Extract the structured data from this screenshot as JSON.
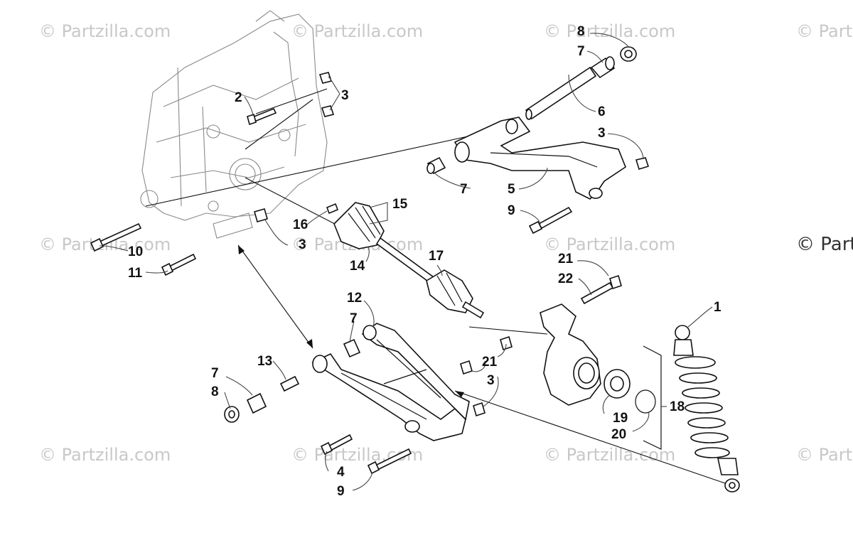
{
  "watermark": {
    "text": "© Partzilla.com",
    "edge_text": "© Partz"
  },
  "callouts": {
    "c1": "1",
    "c2": "2",
    "c3a": "3",
    "c3b": "3",
    "c3c": "3",
    "c3d": "3",
    "c4": "4",
    "c5": "5",
    "c6": "6",
    "c7a": "7",
    "c7b": "7",
    "c7c": "7",
    "c7d": "7",
    "c8a": "8",
    "c8b": "8",
    "c9a": "9",
    "c9b": "9",
    "c10": "10",
    "c11": "11",
    "c12": "12",
    "c13": "13",
    "c14": "14",
    "c15": "15",
    "c16": "16",
    "c17": "17",
    "c18": "18",
    "c19": "19",
    "c20": "20",
    "c21a": "21",
    "c21b": "21",
    "c22": "22"
  }
}
